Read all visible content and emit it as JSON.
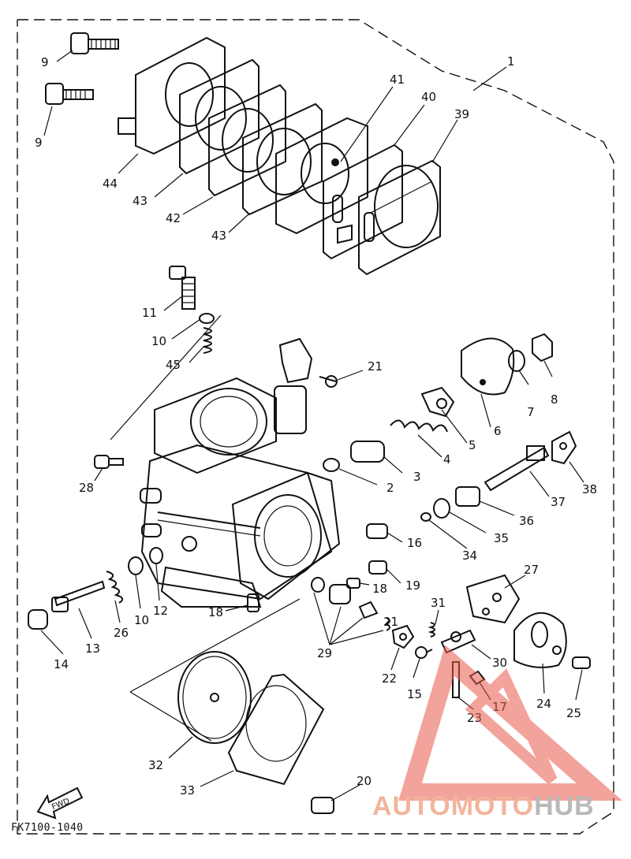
{
  "diagram": {
    "drawing_code": "FK7100-1040",
    "fwd_label": "FWD",
    "callouts": [
      {
        "id": "c1",
        "text": "1"
      },
      {
        "id": "c9a",
        "text": "9"
      },
      {
        "id": "c9b",
        "text": "9"
      },
      {
        "id": "c44",
        "text": "44"
      },
      {
        "id": "c43a",
        "text": "43"
      },
      {
        "id": "c42",
        "text": "42"
      },
      {
        "id": "c43b",
        "text": "43"
      },
      {
        "id": "c41",
        "text": "41"
      },
      {
        "id": "c40",
        "text": "40"
      },
      {
        "id": "c39",
        "text": "39"
      },
      {
        "id": "c11",
        "text": "11"
      },
      {
        "id": "c10a",
        "text": "10"
      },
      {
        "id": "c45",
        "text": "45"
      },
      {
        "id": "c21a",
        "text": "21"
      },
      {
        "id": "c8",
        "text": "8"
      },
      {
        "id": "c7",
        "text": "7"
      },
      {
        "id": "c6",
        "text": "6"
      },
      {
        "id": "c5",
        "text": "5"
      },
      {
        "id": "c4",
        "text": "4"
      },
      {
        "id": "c3",
        "text": "3"
      },
      {
        "id": "c2",
        "text": "2"
      },
      {
        "id": "c28",
        "text": "28"
      },
      {
        "id": "c38",
        "text": "38"
      },
      {
        "id": "c37",
        "text": "37"
      },
      {
        "id": "c36",
        "text": "36"
      },
      {
        "id": "c35",
        "text": "35"
      },
      {
        "id": "c34",
        "text": "34"
      },
      {
        "id": "c16",
        "text": "16"
      },
      {
        "id": "c19",
        "text": "19"
      },
      {
        "id": "c18a",
        "text": "18"
      },
      {
        "id": "c27",
        "text": "27"
      },
      {
        "id": "c12",
        "text": "12"
      },
      {
        "id": "c10b",
        "text": "10"
      },
      {
        "id": "c26",
        "text": "26"
      },
      {
        "id": "c13",
        "text": "13"
      },
      {
        "id": "c14",
        "text": "14"
      },
      {
        "id": "c18b",
        "text": "18"
      },
      {
        "id": "c29",
        "text": "29"
      },
      {
        "id": "c21b",
        "text": "21"
      },
      {
        "id": "c31",
        "text": "31"
      },
      {
        "id": "c22",
        "text": "22"
      },
      {
        "id": "c15",
        "text": "15"
      },
      {
        "id": "c30",
        "text": "30"
      },
      {
        "id": "c17",
        "text": "17"
      },
      {
        "id": "c23",
        "text": "23"
      },
      {
        "id": "c24",
        "text": "24"
      },
      {
        "id": "c25",
        "text": "25"
      },
      {
        "id": "c32",
        "text": "32"
      },
      {
        "id": "c33",
        "text": "33"
      },
      {
        "id": "c20",
        "text": "20"
      }
    ]
  },
  "watermark": {
    "part1": "AUTOMOTO",
    "part2": "HUB",
    "color_primary": "#e8584a",
    "color_secondary": "#b9b9b9"
  }
}
